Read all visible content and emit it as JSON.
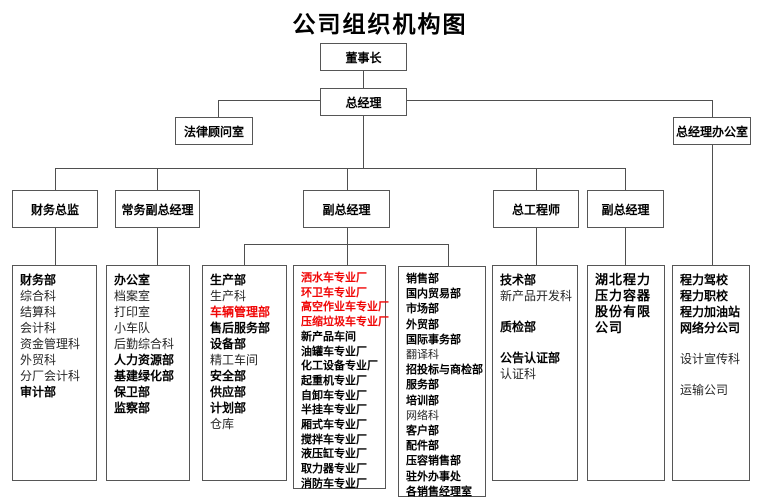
{
  "title": "公司组织机构图",
  "colors": {
    "highlight_red": "#f00505",
    "line_gray": "#4f4f4f",
    "border_gray": "#565656"
  },
  "nodes": {
    "chairman": "董事长",
    "general_manager": "总经理",
    "legal_advisory_office": "法律顾问室",
    "gm_office": "总经理办公室",
    "cfo": "财务总监",
    "executive_deputy_gm": "常务副总经理",
    "deputy_gm_mid": "副总经理",
    "chief_engineer": "总工程师",
    "deputy_gm_right": "副总经理"
  },
  "columns": [
    {
      "id": "finance",
      "items": [
        {
          "text": "财务部",
          "emphasis": "bold"
        },
        {
          "text": "综合科",
          "emphasis": "normal"
        },
        {
          "text": "结算科",
          "emphasis": "normal"
        },
        {
          "text": "会计科",
          "emphasis": "normal"
        },
        {
          "text": "资金管理科",
          "emphasis": "normal"
        },
        {
          "text": "外贸科",
          "emphasis": "normal"
        },
        {
          "text": "分厂会计科",
          "emphasis": "normal"
        },
        {
          "text": "审计部",
          "emphasis": "bold"
        }
      ]
    },
    {
      "id": "office",
      "items": [
        {
          "text": "办公室",
          "emphasis": "bold"
        },
        {
          "text": "档案室",
          "emphasis": "normal"
        },
        {
          "text": "打印室",
          "emphasis": "normal"
        },
        {
          "text": "小车队",
          "emphasis": "normal"
        },
        {
          "text": "后勤综合科",
          "emphasis": "normal"
        },
        {
          "text": "人力资源部",
          "emphasis": "bold"
        },
        {
          "text": "基建绿化部",
          "emphasis": "bold"
        },
        {
          "text": "保卫部",
          "emphasis": "bold"
        },
        {
          "text": "监察部",
          "emphasis": "bold"
        }
      ]
    },
    {
      "id": "production",
      "items": [
        {
          "text": "生产部",
          "emphasis": "bold"
        },
        {
          "text": "生产科",
          "emphasis": "normal"
        },
        {
          "text": "车辆管理部",
          "emphasis": "red"
        },
        {
          "text": "售后服务部",
          "emphasis": "bold"
        },
        {
          "text": "设备部",
          "emphasis": "bold"
        },
        {
          "text": "精工车间",
          "emphasis": "normal"
        },
        {
          "text": "安全部",
          "emphasis": "bold"
        },
        {
          "text": "供应部",
          "emphasis": "bold"
        },
        {
          "text": "计划部",
          "emphasis": "bold"
        },
        {
          "text": "仓库",
          "emphasis": "normal"
        }
      ]
    },
    {
      "id": "special-factories",
      "items": [
        {
          "text": "洒水车专业厂",
          "emphasis": "red"
        },
        {
          "text": "环卫车专业厂",
          "emphasis": "red"
        },
        {
          "text": "高空作业车专业厂",
          "emphasis": "red"
        },
        {
          "text": "压缩垃圾车专业厂",
          "emphasis": "red"
        },
        {
          "text": "新产品车间",
          "emphasis": "bold"
        },
        {
          "text": "油罐车专业厂",
          "emphasis": "bold"
        },
        {
          "text": "化工设备专业厂",
          "emphasis": "bold"
        },
        {
          "text": "起重机专业厂",
          "emphasis": "bold"
        },
        {
          "text": "自卸车专业厂",
          "emphasis": "bold"
        },
        {
          "text": "半挂车专业厂",
          "emphasis": "bold"
        },
        {
          "text": "厢式车专业厂",
          "emphasis": "bold"
        },
        {
          "text": "搅拌车专业厂",
          "emphasis": "bold"
        },
        {
          "text": "液压缸专业厂",
          "emphasis": "bold"
        },
        {
          "text": "取力器专业厂",
          "emphasis": "bold"
        },
        {
          "text": "消防车专业厂",
          "emphasis": "bold"
        }
      ]
    },
    {
      "id": "sales",
      "items": [
        {
          "text": "销售部",
          "emphasis": "bold"
        },
        {
          "text": "国内贸易部",
          "emphasis": "bold"
        },
        {
          "text": "市场部",
          "emphasis": "bold"
        },
        {
          "text": "外贸部",
          "emphasis": "bold"
        },
        {
          "text": "国际事务部",
          "emphasis": "bold"
        },
        {
          "text": "翻译科",
          "emphasis": "normal"
        },
        {
          "text": "招投标与商检部",
          "emphasis": "bold"
        },
        {
          "text": "服务部",
          "emphasis": "bold"
        },
        {
          "text": "培训部",
          "emphasis": "bold"
        },
        {
          "text": "网络科",
          "emphasis": "normal"
        },
        {
          "text": "客户部",
          "emphasis": "bold"
        },
        {
          "text": "配件部",
          "emphasis": "bold"
        },
        {
          "text": "压容销售部",
          "emphasis": "bold"
        },
        {
          "text": "驻外办事处",
          "emphasis": "bold"
        },
        {
          "text": "各销售经理室",
          "emphasis": "bold"
        }
      ]
    },
    {
      "id": "technology",
      "items": [
        {
          "text": "技术部",
          "emphasis": "bold"
        },
        {
          "text": "新产品开发科",
          "emphasis": "normal"
        },
        {
          "text": "质检部",
          "emphasis": "bold"
        },
        {
          "text": "公告认证部",
          "emphasis": "bold"
        },
        {
          "text": "认证科",
          "emphasis": "normal"
        }
      ]
    },
    {
      "id": "pressure-vessel-company",
      "items": [
        {
          "text": "湖北程力压力容器股份有限公司",
          "emphasis": "bold"
        }
      ]
    },
    {
      "id": "subsidiaries",
      "items": [
        {
          "text": "程力驾校",
          "emphasis": "bold"
        },
        {
          "text": "程力职校",
          "emphasis": "bold"
        },
        {
          "text": "程力加油站",
          "emphasis": "bold"
        },
        {
          "text": "网络分公司",
          "emphasis": "bold"
        },
        {
          "text": "设计宣传科",
          "emphasis": "normal"
        },
        {
          "text": "运输公司",
          "emphasis": "normal"
        }
      ]
    }
  ]
}
